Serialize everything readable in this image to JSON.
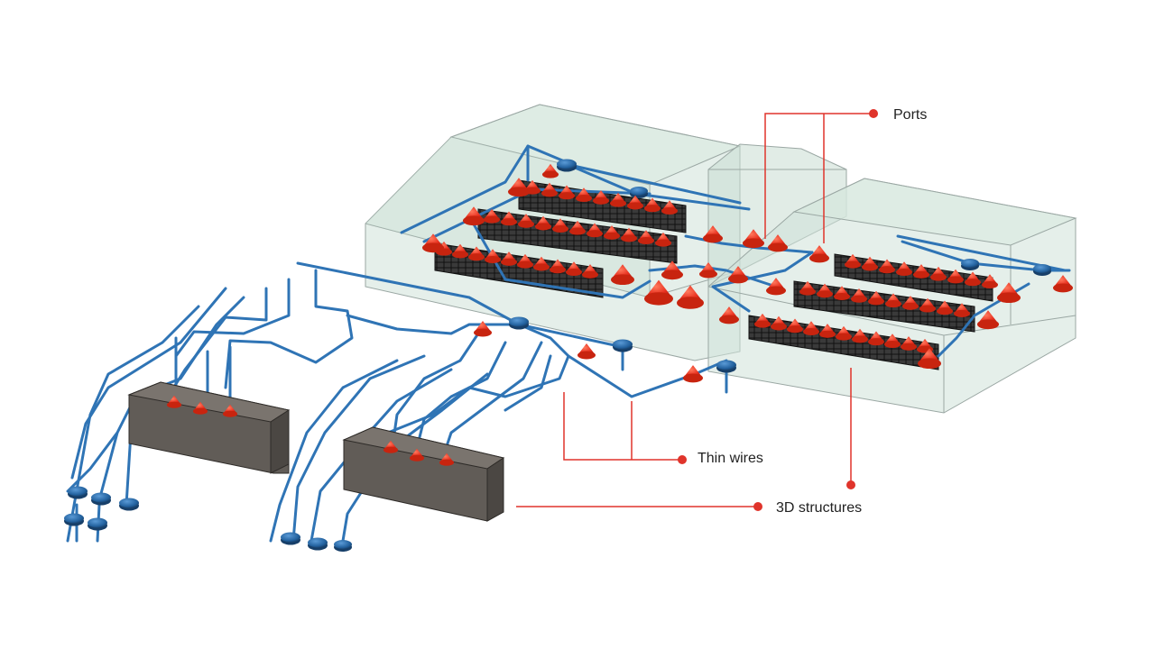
{
  "callouts": {
    "ports": "Ports",
    "thin_wires": "Thin wires",
    "structures": "3D structures"
  },
  "colors": {
    "callout_line": "#e0342b",
    "wire": "#2f74b5",
    "wire_dark": "#1d5a93",
    "port": "#e8301f",
    "enclosure_fill": "#cfe2d8",
    "enclosure_edge": "#9aa7a3",
    "block_fill": "#615c57",
    "component": "#2a2a2a"
  },
  "icons": {
    "port_marker": "red-cone-port-icon",
    "insulator": "blue-disc-insulator-icon"
  }
}
